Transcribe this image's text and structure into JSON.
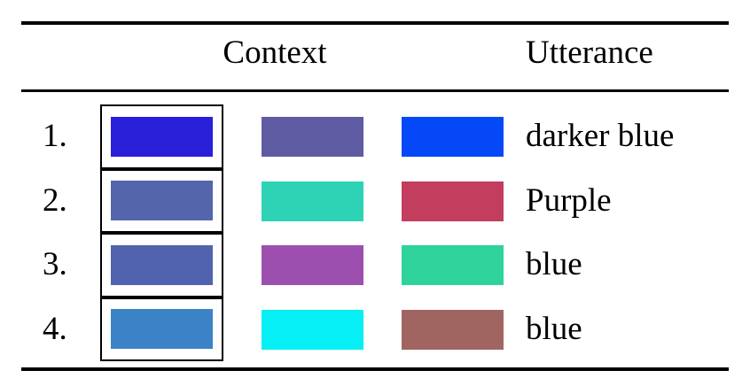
{
  "table": {
    "headers": {
      "context": "Context",
      "utterance": "Utterance"
    },
    "rows": [
      {
        "number": "1.",
        "target_color": "#2a1fd9",
        "context_color_1": "#5f5ba3",
        "context_color_2": "#0548f8",
        "utterance": "darker blue"
      },
      {
        "number": "2.",
        "target_color": "#5565ab",
        "context_color_1": "#2ed3b5",
        "context_color_2": "#c33d5e",
        "utterance": "Purple"
      },
      {
        "number": "3.",
        "target_color": "#5162ae",
        "context_color_1": "#9c4fae",
        "context_color_2": "#2ed39b",
        "utterance": "blue"
      },
      {
        "number": "4.",
        "target_color": "#3b83c6",
        "context_color_1": "#05eff5",
        "context_color_2": "#a16561",
        "utterance": "blue"
      }
    ],
    "style_colors": {
      "rule": "#000000",
      "background": "#ffffff",
      "box_border": "#000000"
    }
  }
}
